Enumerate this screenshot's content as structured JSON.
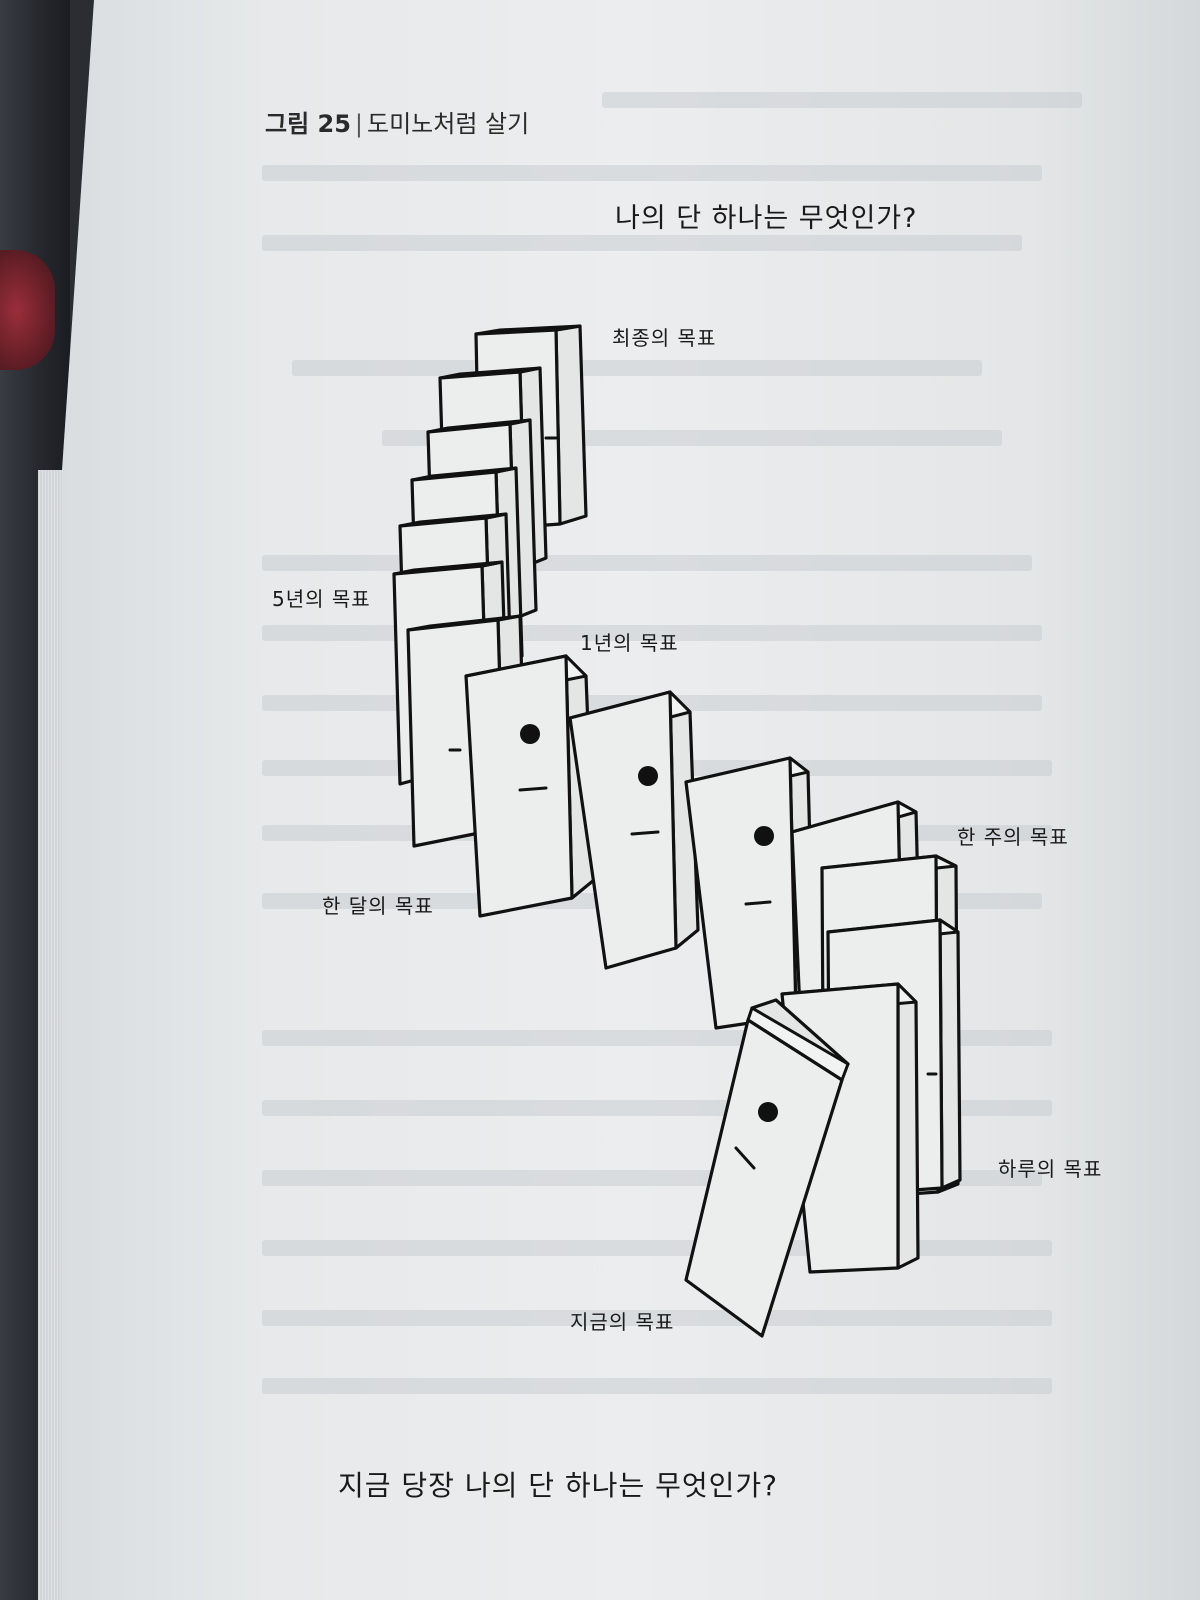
{
  "figure": {
    "number": "그림 25",
    "separator": "|",
    "title": "도미노처럼 살기"
  },
  "questions": {
    "top": "나의 단 하나는 무엇인가?",
    "bottom": "지금 당장 나의 단 하나는 무엇인가?"
  },
  "labels": {
    "final_goal": "최종의 목표",
    "five_year_goal": "5년의 목표",
    "one_year_goal": "1년의 목표",
    "month_goal": "한 달의 목표",
    "week_goal": "한 주의 목표",
    "day_goal": "하루의 목표",
    "now_goal": "지금의 목표"
  }
}
